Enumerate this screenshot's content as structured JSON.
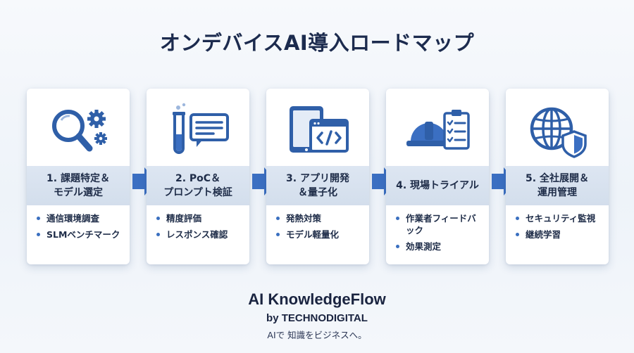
{
  "title": "オンデバイスAI導入ロードマップ",
  "colors": {
    "accent": "#3b6fc2",
    "icon": "#2f5fa8",
    "band": "#d7e1ee",
    "text": "#1e2c48"
  },
  "steps": [
    {
      "icon": "magnifier-gears-icon",
      "title_lines": [
        "1. 課題特定＆",
        "モデル選定"
      ],
      "items": [
        "通信環境調査",
        "SLMベンチマーク"
      ]
    },
    {
      "icon": "test-tube-chat-icon",
      "title_lines": [
        "2. PoC＆",
        "プロンプト検証"
      ],
      "items": [
        "精度評価",
        "レスポンス確認"
      ]
    },
    {
      "icon": "tablet-code-icon",
      "title_lines": [
        "3. アプリ開発",
        "＆量子化"
      ],
      "items": [
        "発熱対策",
        "モデル軽量化"
      ]
    },
    {
      "icon": "helmet-checklist-icon",
      "title_lines": [
        "4. 現場トライアル"
      ],
      "items": [
        "作業者フィードバック",
        "効果測定"
      ]
    },
    {
      "icon": "globe-shield-icon",
      "title_lines": [
        "5. 全社展開＆",
        "運用管理"
      ],
      "items": [
        "セキュリティ監視",
        "継続学習"
      ]
    }
  ],
  "footer": {
    "brand": "AI KnowledgeFlow",
    "by": "by TECHNODIGITAL",
    "tagline": "AIで 知識をビジネスへ。"
  }
}
